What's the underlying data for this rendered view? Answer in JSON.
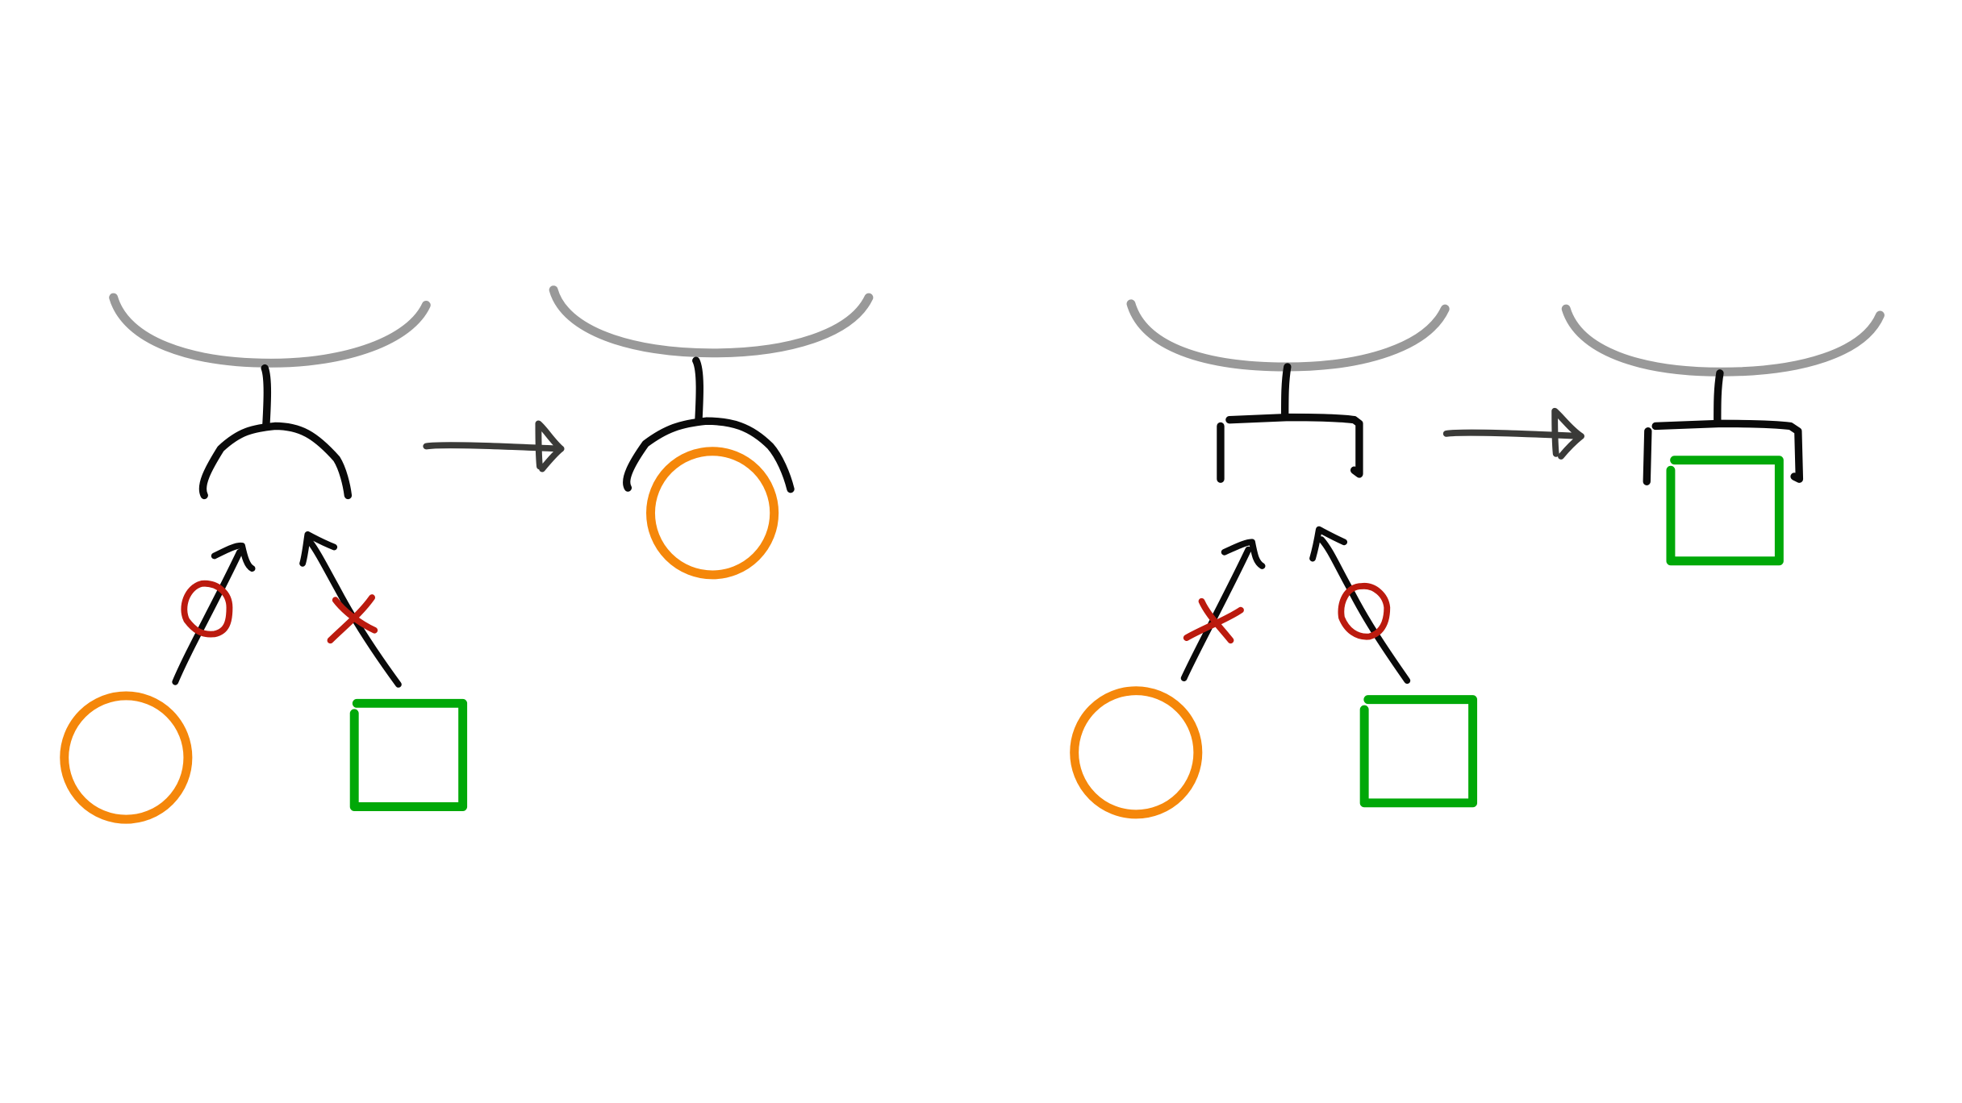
{
  "colors": {
    "background": "#ffffff",
    "membrane": "#999999",
    "receptor": "#0a0a0a",
    "arrow": "#3a3a38",
    "circle_ligand": "#f5870a",
    "square_ligand": "#00a808",
    "mark": "#bb1a0e"
  },
  "panels": [
    {
      "name": "curved-receptor-panel",
      "receptor_shape": "curved",
      "binds": "circle",
      "marks": {
        "circle_path": "o",
        "square_path": "x"
      }
    },
    {
      "name": "square-receptor-panel",
      "receptor_shape": "square",
      "binds": "square",
      "marks": {
        "circle_path": "x",
        "square_path": "o"
      }
    }
  ],
  "icons": {
    "membrane": "curved-line",
    "receptor_curved": "cup-receptor-icon",
    "receptor_square": "bracket-receptor-icon",
    "ligand_circle": "circle-ligand-icon",
    "ligand_square": "square-ligand-icon",
    "accept_mark": "circle-mark-icon",
    "reject_mark": "cross-mark-icon",
    "transition_arrow": "right-arrow-icon"
  }
}
